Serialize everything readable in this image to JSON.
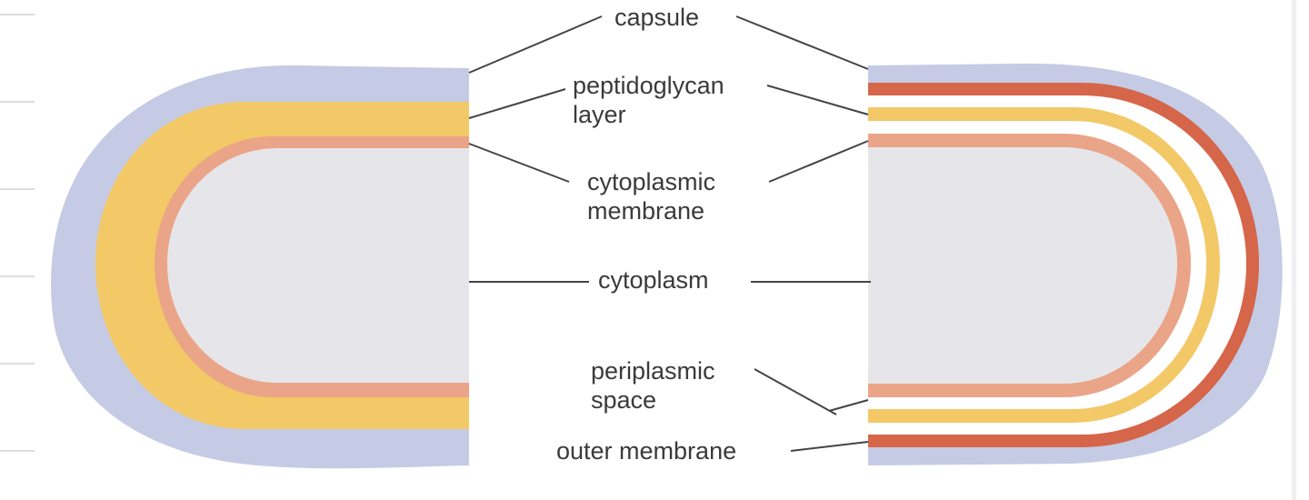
{
  "labels": {
    "capsule": "capsule",
    "peptidoglycan": [
      "peptidoglycan",
      "layer"
    ],
    "cytoplasmic_membrane": [
      "cytoplasmic",
      "membrane"
    ],
    "cytoplasm": "cytoplasm",
    "periplasmic_space": [
      "periplasmic",
      "space"
    ],
    "outer_membrane": "outer membrane"
  },
  "colors": {
    "capsule": "#c5cbe4",
    "peptidoglycan": "#f3c867",
    "cytoplasmic_membrane": "#eaa487",
    "cytoplasm": "#e6e6ea",
    "outer_membrane": "#d5664a",
    "periplasm": "#ffffff",
    "leader": "#444444",
    "text": "#3a3a3a"
  }
}
